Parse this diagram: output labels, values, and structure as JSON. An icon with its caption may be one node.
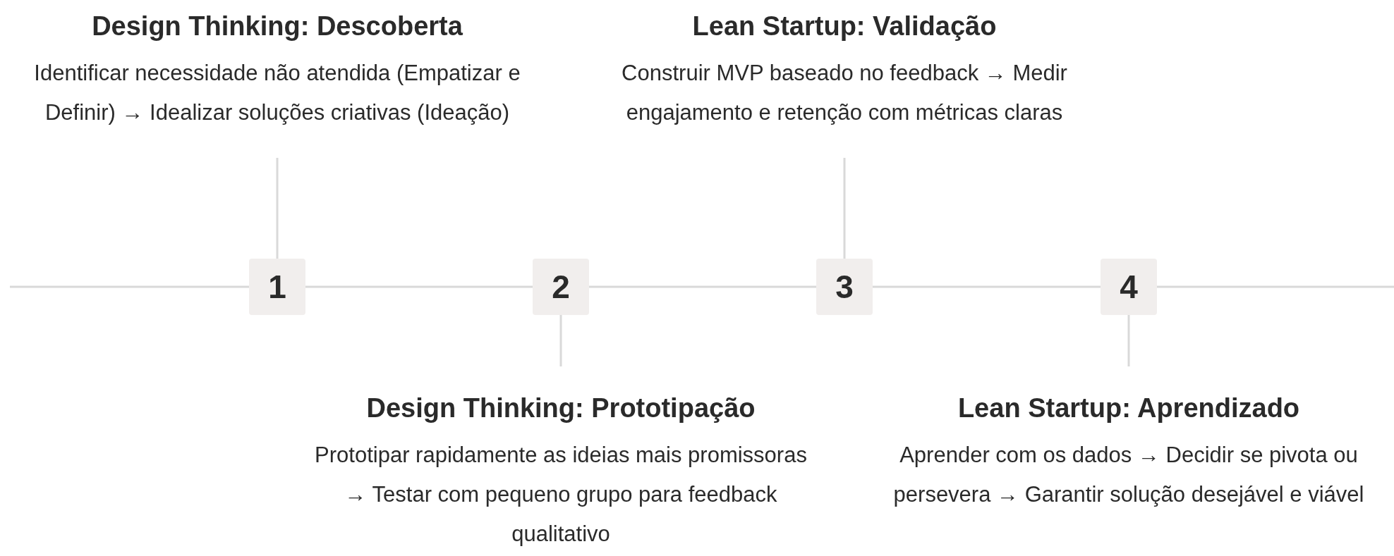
{
  "diagram": {
    "nodes": [
      {
        "text": [
          "1"
        ]
      },
      {
        "text": [
          "2"
        ]
      },
      {
        "text": [
          "3"
        ]
      },
      {
        "text": [
          "4"
        ]
      },
      {
        "text": [
          "Design Thinking: Descoberta",
          "Identificar necessidade não atendida (Empatizar e Definir) → Idealizar soluções criativas (Ideação)"
        ]
      },
      {
        "text": [
          "Design Thinking: Prototipação",
          "Prototipar rapidamente as ideias mais promissoras → Testar com pequeno grupo para feedback qualitativo"
        ]
      },
      {
        "text": [
          "Lean Startup: Validação",
          "Construir MVP baseado no feedback → Medir engajamento e retenção com métricas claras"
        ]
      },
      {
        "text": [
          "Lean Startup: Aprendizado",
          "Aprender com os dados → Decidir se pivota ou persevera → Garantir solução desejável e viável"
        ]
      }
    ],
    "edges": [
      {
        "from": null,
        "to": 0,
        "arrow": "none"
      },
      {
        "from": 0,
        "to": 1,
        "arrow": "none"
      },
      {
        "from": 1,
        "to": 2,
        "arrow": "none"
      },
      {
        "from": 2,
        "to": 3,
        "arrow": "none"
      },
      {
        "from": 3,
        "to": null,
        "arrow": "none"
      },
      {
        "from": 0,
        "to": 4,
        "arrow": "none"
      },
      {
        "from": 1,
        "to": 5,
        "arrow": "none"
      },
      {
        "from": 2,
        "to": 6,
        "arrow": "none"
      },
      {
        "from": 3,
        "to": 7,
        "arrow": "none"
      }
    ]
  }
}
